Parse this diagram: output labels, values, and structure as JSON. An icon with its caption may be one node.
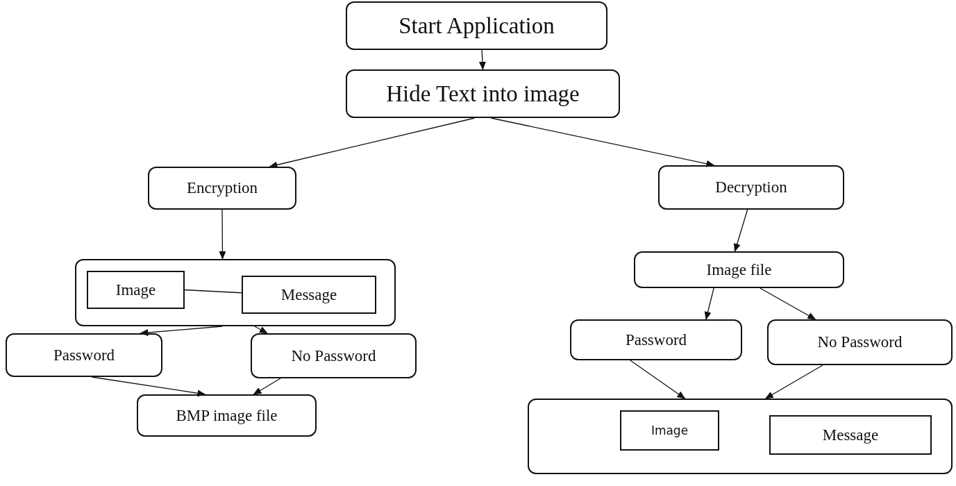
{
  "diagram": {
    "nodes": [
      {
        "text": [
          "Start Application"
        ]
      },
      {
        "text": [
          "Hide Text into image"
        ]
      },
      {
        "text": [
          "Encryption"
        ]
      },
      {
        "text": [
          "Decryption"
        ]
      },
      {
        "text": [],
        "shape": "box"
      },
      {
        "text": [
          "Image"
        ],
        "in": 4
      },
      {
        "text": [
          "Message"
        ],
        "in": 4
      },
      {
        "text": [
          "Password"
        ]
      },
      {
        "text": [
          "No Password"
        ]
      },
      {
        "text": [
          "BMP image file"
        ]
      },
      {
        "text": [
          "Image file"
        ]
      },
      {
        "text": [
          "Password"
        ]
      },
      {
        "text": [
          "No Password"
        ]
      },
      {
        "text": [],
        "shape": "box"
      },
      {
        "text": [
          "Image"
        ],
        "in": 13
      },
      {
        "text": [
          "Message"
        ],
        "in": 13
      }
    ],
    "edges": [
      {
        "from": 0,
        "to": 1,
        "arrow": "to"
      },
      {
        "from": 1,
        "to": 2,
        "arrow": "to"
      },
      {
        "from": 1,
        "to": 3,
        "arrow": "to"
      },
      {
        "from": 2,
        "to": 4,
        "arrow": "to"
      },
      {
        "from": 5,
        "to": 6,
        "arrow": "none"
      },
      {
        "from": 4,
        "to": 7,
        "arrow": "to"
      },
      {
        "from": 4,
        "to": 8,
        "arrow": "to"
      },
      {
        "from": 7,
        "to": 9,
        "arrow": "to"
      },
      {
        "from": 8,
        "to": 9,
        "arrow": "to"
      },
      {
        "from": 3,
        "to": 10,
        "arrow": "to"
      },
      {
        "from": 10,
        "to": 11,
        "arrow": "to"
      },
      {
        "from": 10,
        "to": 12,
        "arrow": "to"
      },
      {
        "from": 11,
        "to": 13,
        "arrow": "to"
      },
      {
        "from": 12,
        "to": 13,
        "arrow": "to"
      }
    ]
  }
}
